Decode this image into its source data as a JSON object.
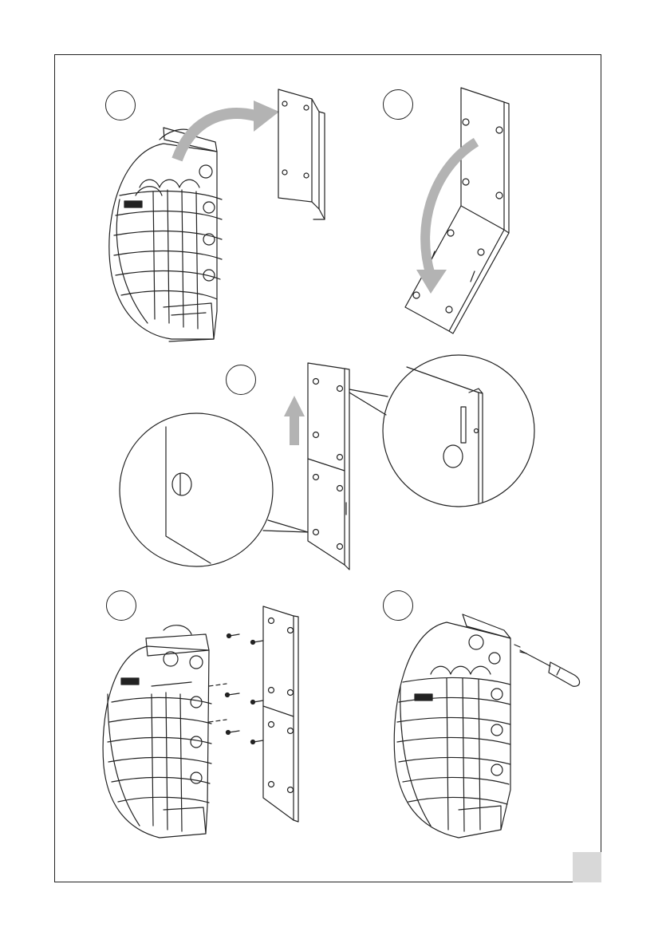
{
  "document": {
    "type": "installation-instructions-illustration",
    "steps": [
      {
        "number": "",
        "description_icon": "remove-wall-bracket"
      },
      {
        "number": "",
        "description_icon": "unfold-bracket"
      },
      {
        "number": "",
        "description_icon": "slide-bracket-up"
      },
      {
        "number": "",
        "description_icon": "screw-bracket-to-heater"
      },
      {
        "number": "",
        "description_icon": "tighten-screws"
      }
    ],
    "page_number": ""
  },
  "colors": {
    "line": "#222222",
    "arrow": "#b3b3b3",
    "page_box": "#d8d8d8",
    "background": "#ffffff"
  }
}
